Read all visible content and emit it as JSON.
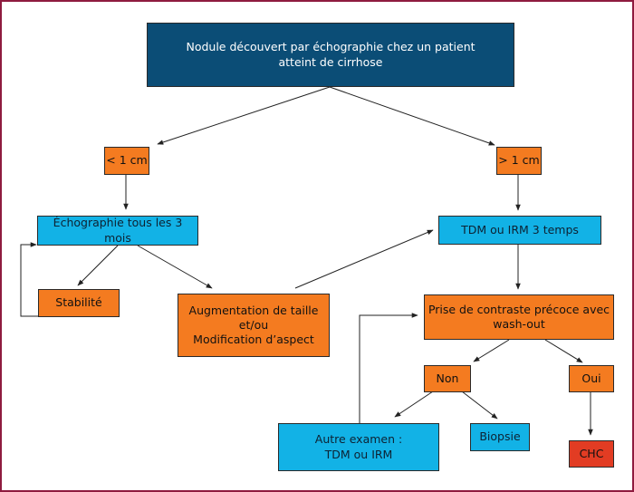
{
  "nodes": {
    "root": "Nodule découvert par échographie chez un patient\natteint de cirrhose",
    "small": "< 1 cm",
    "large": "> 1 cm",
    "echo": "Échographie tous les 3 mois",
    "tdm3": "TDM ou IRM 3 temps",
    "stability": "Stabilité",
    "growth": "Augmentation de taille\net/ou\nModification d’aspect",
    "contrast": "Prise de contraste précoce avec\nwash-out",
    "non": "Non",
    "oui": "Oui",
    "other_exam": "Autre examen :\nTDM ou IRM",
    "biopsy": "Biopsie",
    "chc": "CHC"
  },
  "colors": {
    "frame": "#8e1b3f",
    "dark_box": "#0b4d76",
    "orange_box": "#f47b20",
    "blue_box": "#12b2e6",
    "red_box": "#e23c23"
  }
}
